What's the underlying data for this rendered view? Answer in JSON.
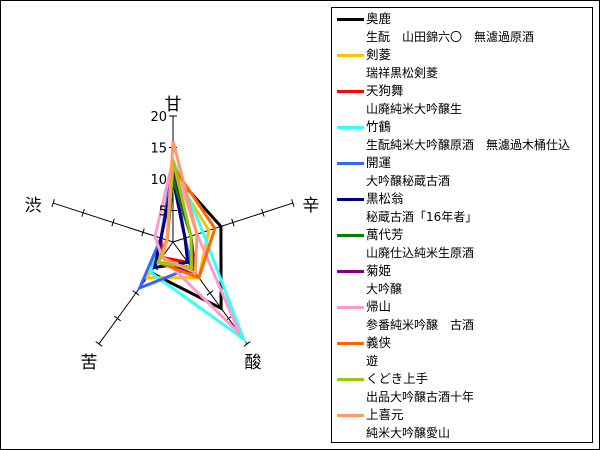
{
  "chart_data": {
    "type": "radar",
    "axes": [
      "甘",
      "辛",
      "酸",
      "苦",
      "渋"
    ],
    "tick_labels": [
      "5",
      "10",
      "15",
      "20"
    ],
    "rmax": 20,
    "legend_position": "right",
    "series": [
      {
        "name": "奥鹿",
        "subtitle": "生酛　山田錦六〇　無濾過原酒",
        "color": "#000000",
        "values": [
          11,
          8,
          13,
          6,
          2
        ]
      },
      {
        "name": "剣菱",
        "subtitle": "瑞祥黒松剣菱",
        "color": "#FFC000",
        "values": [
          11,
          6,
          7,
          7,
          1
        ]
      },
      {
        "name": "天狗舞",
        "subtitle": "山廃純米大吟醸生",
        "color": "#FF0000",
        "values": [
          10,
          2,
          4,
          3,
          2
        ]
      },
      {
        "name": "竹鶴",
        "subtitle": "生酛純米大吟醸原酒　無濾過木桶仕込",
        "color": "#33FFFF",
        "values": [
          13,
          5,
          19,
          6,
          2
        ]
      },
      {
        "name": "開運",
        "subtitle": "大吟醸秘蔵古酒",
        "color": "#3366FF",
        "values": [
          12,
          2,
          5,
          9,
          2
        ]
      },
      {
        "name": "黒松翁",
        "subtitle": "秘蔵古酒「16年者」",
        "color": "#000080",
        "values": [
          10,
          2,
          4,
          5,
          2
        ]
      },
      {
        "name": "萬代芳",
        "subtitle": "山廃仕込純米生原酒",
        "color": "#008000",
        "values": [
          10,
          3,
          5,
          4,
          1
        ]
      },
      {
        "name": "菊姫",
        "subtitle": "大吟醸",
        "color": "#800080",
        "values": [
          12,
          3,
          6,
          4,
          1
        ]
      },
      {
        "name": "帰山",
        "subtitle": "参番純米吟醸　古酒",
        "color": "#FF99CC",
        "values": [
          13,
          4,
          18,
          3,
          3
        ]
      },
      {
        "name": "義侠",
        "subtitle": "遊",
        "color": "#FF6600",
        "values": [
          12,
          7,
          7,
          4,
          1
        ]
      },
      {
        "name": "くどき上手",
        "subtitle": "出品大吟醸古酒十年",
        "color": "#99CC00",
        "values": [
          13,
          3,
          5,
          4,
          1
        ]
      },
      {
        "name": "上喜元",
        "subtitle": "純米大吟醸愛山",
        "color": "#FF9966",
        "values": [
          16,
          4,
          6,
          3,
          1
        ]
      }
    ]
  }
}
